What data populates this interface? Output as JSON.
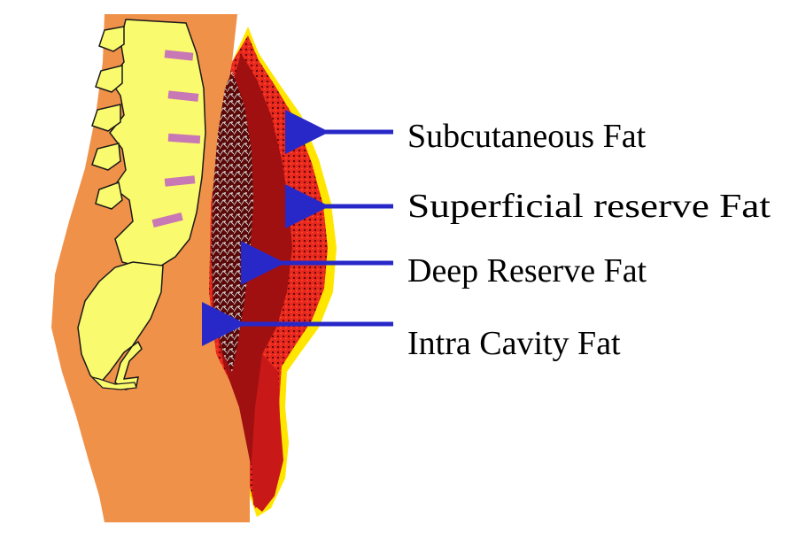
{
  "labels": {
    "subcutaneous": "Subcutaneous Fat",
    "superficial": "Superficial reserve Fat",
    "deep": "Deep Reserve Fat",
    "intra": "Intra Cavity Fat"
  },
  "colors": {
    "body": "#f0914a",
    "spine": "#fafa6e",
    "spine_outline": "#1a1a1a",
    "disc": "#c878b4",
    "fat_dark": "#7a0a0a",
    "fat_red": "#e8281e",
    "fat_bright": "#ff3a1a",
    "skin_dots": "#ffe600",
    "arrow": "#2828c8",
    "text": "#000000"
  },
  "icons": {
    "arrows": "arrow-left-icon"
  }
}
